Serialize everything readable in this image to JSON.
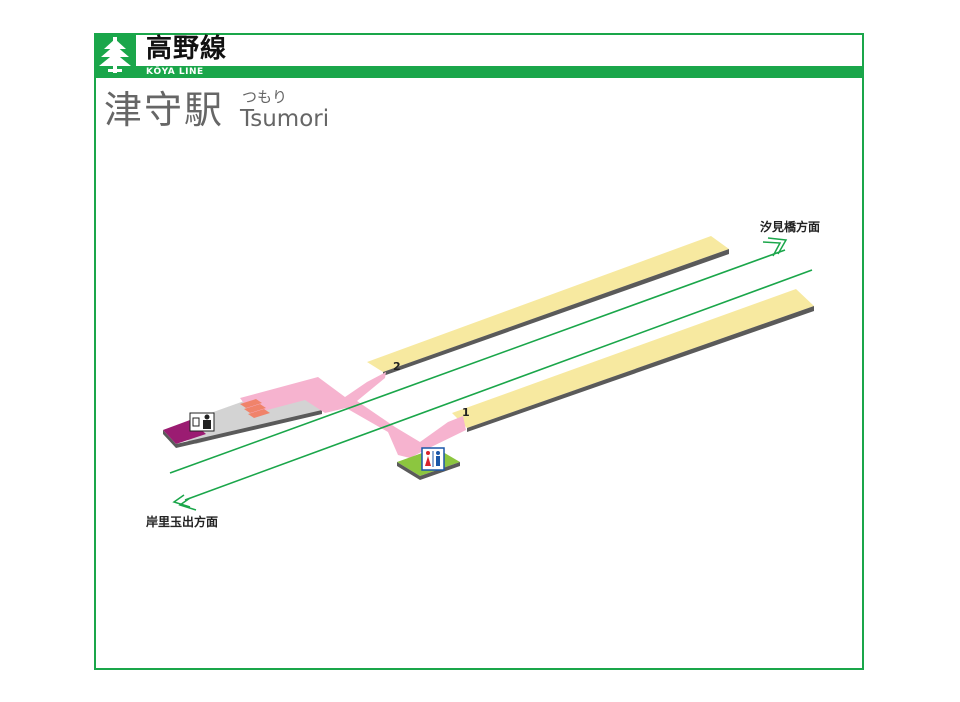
{
  "line": {
    "name": "高野線",
    "roman": "KŌYA LINE",
    "color": "#1aa64a"
  },
  "station": {
    "name_kanji": "津守駅",
    "name_kana": "つもり",
    "name_roman": "Tsumori"
  },
  "directions": {
    "north": "汐見橋方面",
    "south": "岸里玉出方面"
  },
  "platforms": {
    "p1": "1",
    "p2": "2"
  },
  "colors": {
    "platform": "#f7e9a0",
    "concourse": "#f6b3cf",
    "ticket_area": "#d3d3d3",
    "ticket_gate_base": "#9b1c72",
    "toilet_base": "#8cc63f",
    "track": "#1aa64a"
  },
  "icons": {
    "line_logo": "pine-tree-icon",
    "ticket": "ticket-gate-icon",
    "toilet": "toilet-icon",
    "stairs": "stairs-icon",
    "arrow": "direction-arrow-icon"
  }
}
